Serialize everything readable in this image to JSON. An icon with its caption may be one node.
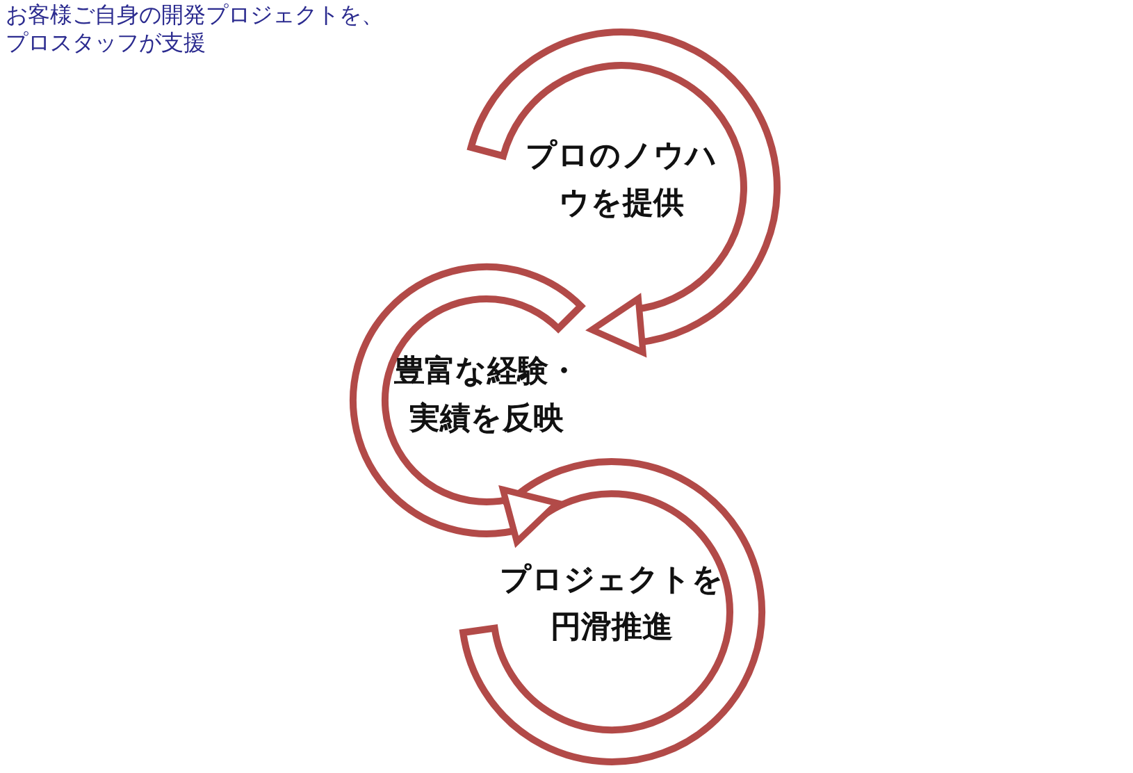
{
  "diagram": {
    "title": "お客様ご自身の開発プロジェクトを、プロスタッフが支援",
    "nodes": [
      {
        "text": [
          "プロのノウハウを提供"
        ]
      },
      {
        "text": [
          "豊富な経験・実績を反映"
        ]
      },
      {
        "text": [
          "プロジェクトを円滑推進"
        ]
      }
    ],
    "edges": [
      {
        "from": 0,
        "to": 1,
        "arrow": "to"
      },
      {
        "from": 1,
        "to": 2,
        "arrow": "to"
      }
    ]
  }
}
